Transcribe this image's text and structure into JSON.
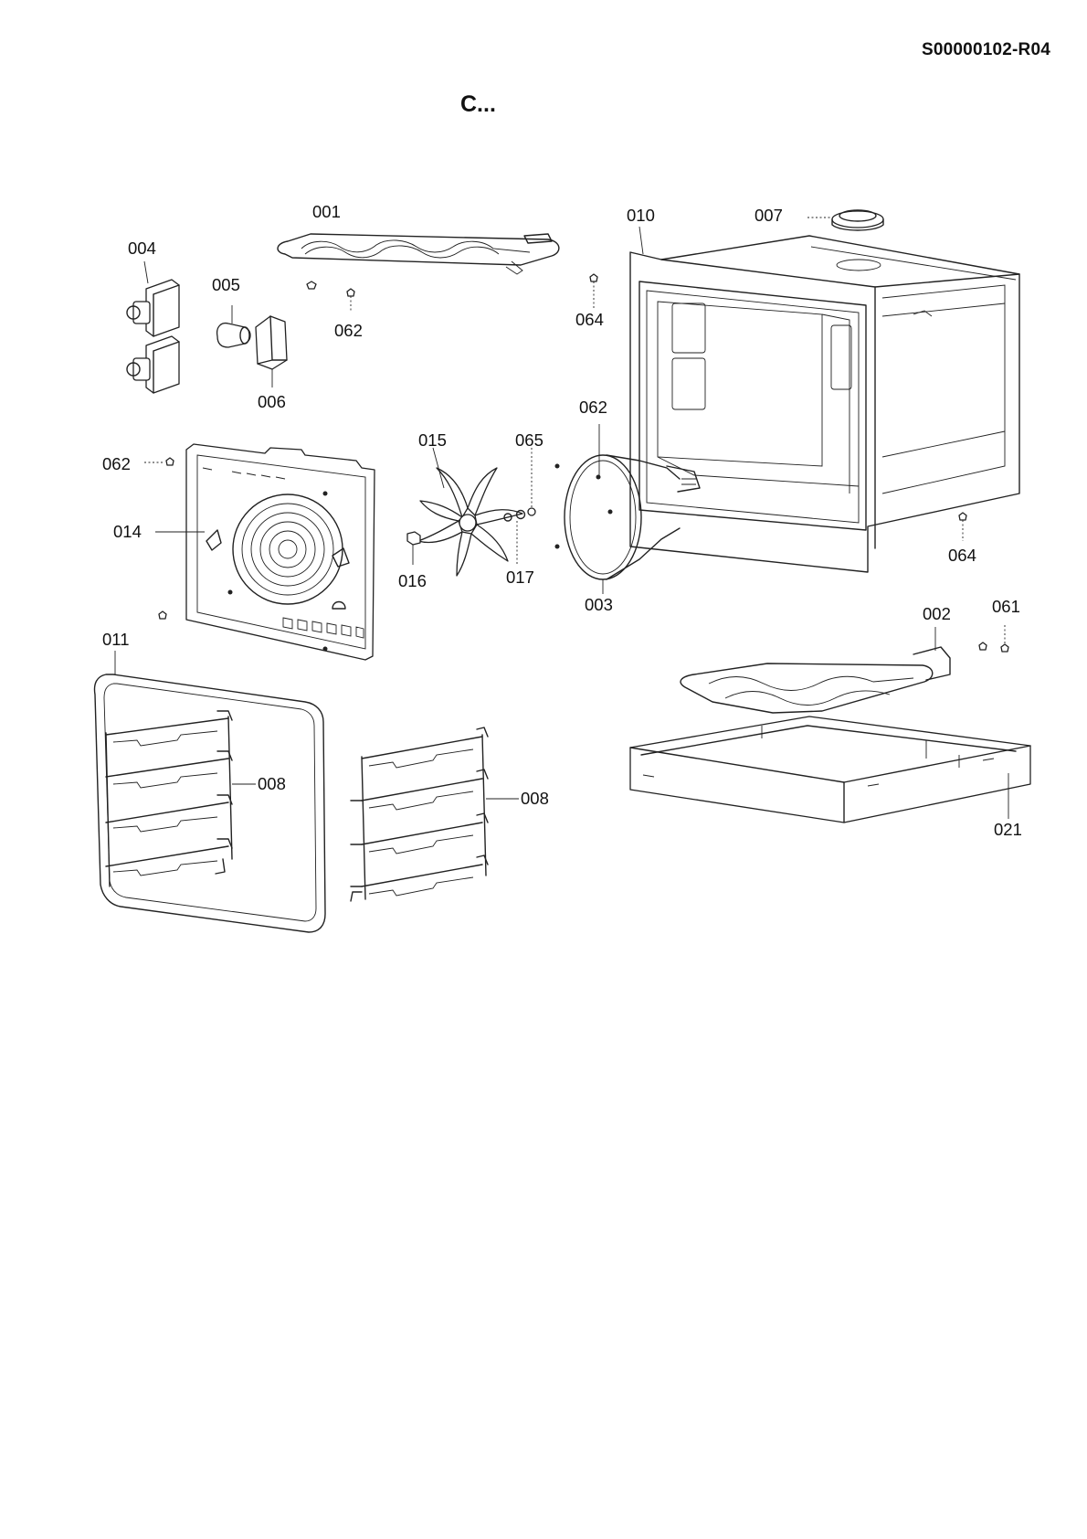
{
  "header": {
    "document_code": "S00000102-R04",
    "title": "C..."
  },
  "callouts": [
    {
      "id": "001",
      "label": "001"
    },
    {
      "id": "004",
      "label": "004"
    },
    {
      "id": "005",
      "label": "005"
    },
    {
      "id": "006",
      "label": "006"
    },
    {
      "id": "062a",
      "label": "062"
    },
    {
      "id": "064a",
      "label": "064"
    },
    {
      "id": "010",
      "label": "010"
    },
    {
      "id": "007",
      "label": "007"
    },
    {
      "id": "062b",
      "label": "062"
    },
    {
      "id": "015",
      "label": "015"
    },
    {
      "id": "065",
      "label": "065"
    },
    {
      "id": "062c",
      "label": "062"
    },
    {
      "id": "014",
      "label": "014"
    },
    {
      "id": "016",
      "label": "016"
    },
    {
      "id": "017",
      "label": "017"
    },
    {
      "id": "003",
      "label": "003"
    },
    {
      "id": "064b",
      "label": "064"
    },
    {
      "id": "011",
      "label": "011"
    },
    {
      "id": "002",
      "label": "002"
    },
    {
      "id": "061",
      "label": "061"
    },
    {
      "id": "008a",
      "label": "008"
    },
    {
      "id": "008b",
      "label": "008"
    },
    {
      "id": "021",
      "label": "021"
    }
  ]
}
